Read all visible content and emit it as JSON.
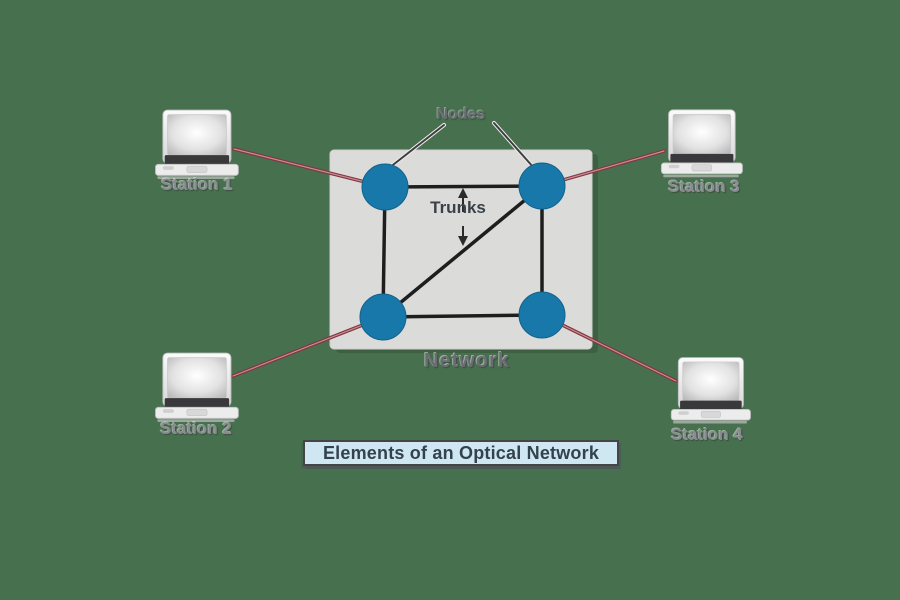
{
  "diagram_title": "Elements of an Optical Network",
  "labels": {
    "nodes": "Nodes",
    "trunks": "Trunks",
    "network": "Network"
  },
  "stations": [
    {
      "label": "Station 1",
      "position": "top-left"
    },
    {
      "label": "Station 2",
      "position": "bottom-left"
    },
    {
      "label": "Station 3",
      "position": "top-right"
    },
    {
      "label": "Station 4",
      "position": "bottom-right"
    }
  ],
  "network": {
    "node_count": 4,
    "trunk_count": 5,
    "description_elements": [
      "Nodes",
      "Trunks",
      "Network",
      "Stations"
    ]
  },
  "colors": {
    "background": "#47704e",
    "network_box": "#dbdbd9",
    "node_fill": "#1878a9",
    "trunk_line": "#1e1e1e",
    "station_cable": "#84353f",
    "cable_highlight": "#c88e96",
    "title_bar_bg": "#cfe7f3",
    "title_bar_border": "#454545",
    "title_text": "#33424c",
    "label_gray": "#8a8a92"
  }
}
